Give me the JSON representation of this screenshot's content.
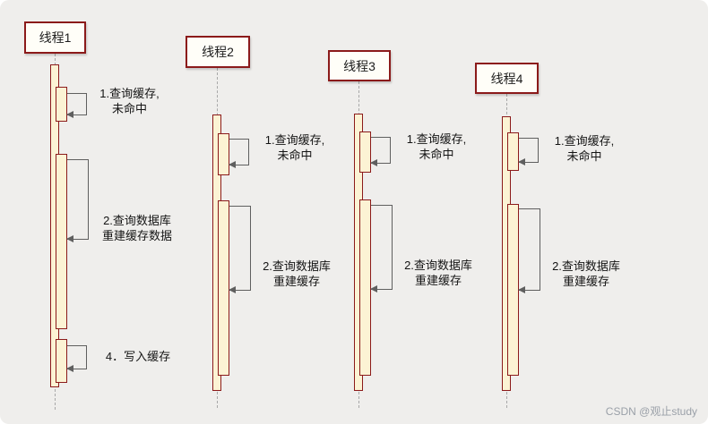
{
  "threads": [
    {
      "label": "线程1",
      "steps": [
        {
          "text": "1.查询缓存,\n未命中"
        },
        {
          "text": "2.查询数据库\n重建缓存数据"
        },
        {
          "text": "4．写入缓存"
        }
      ]
    },
    {
      "label": "线程2",
      "steps": [
        {
          "text": "1.查询缓存,\n未命中"
        },
        {
          "text": "2.查询数据库\n重建缓存"
        }
      ]
    },
    {
      "label": "线程3",
      "steps": [
        {
          "text": "1.查询缓存,\n未命中"
        },
        {
          "text": "2.查询数据库\n重建缓存"
        }
      ]
    },
    {
      "label": "线程4",
      "steps": [
        {
          "text": "1.查询缓存,\n未命中"
        },
        {
          "text": "2.查询数据库\n重建缓存"
        }
      ]
    }
  ],
  "watermark": "CSDN @观止study",
  "colors": {
    "border_red": "#8b1a1a",
    "activation_fill": "#fcf3d4",
    "background": "#efeeec",
    "arrow_gray": "#5f5f5f"
  }
}
